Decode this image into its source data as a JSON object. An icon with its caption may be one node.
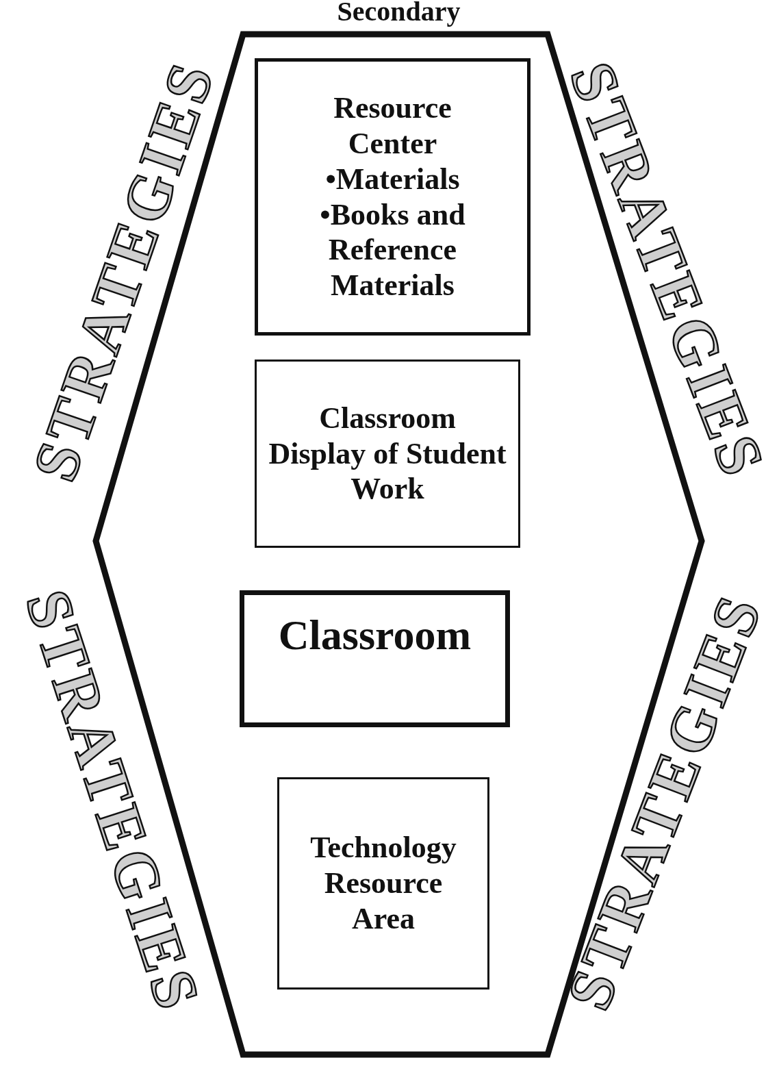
{
  "diagram": {
    "nodes": [
      {
        "text": [
          "Secondary"
        ]
      },
      {
        "text": [
          "Resource Center",
          "•Materials",
          "•Books and Reference Materials"
        ],
        "in": 0
      },
      {
        "text": [
          "Classroom Display of Student Work"
        ],
        "in": 0
      },
      {
        "text": [
          "Classroom"
        ],
        "in": 0
      },
      {
        "text": [
          "Technology Resource Area"
        ],
        "in": 0
      }
    ],
    "edges": [],
    "labels": [
      "STRATEGIES",
      "STRATEGIES",
      "STRATEGIES",
      "STRATEGIES"
    ]
  }
}
